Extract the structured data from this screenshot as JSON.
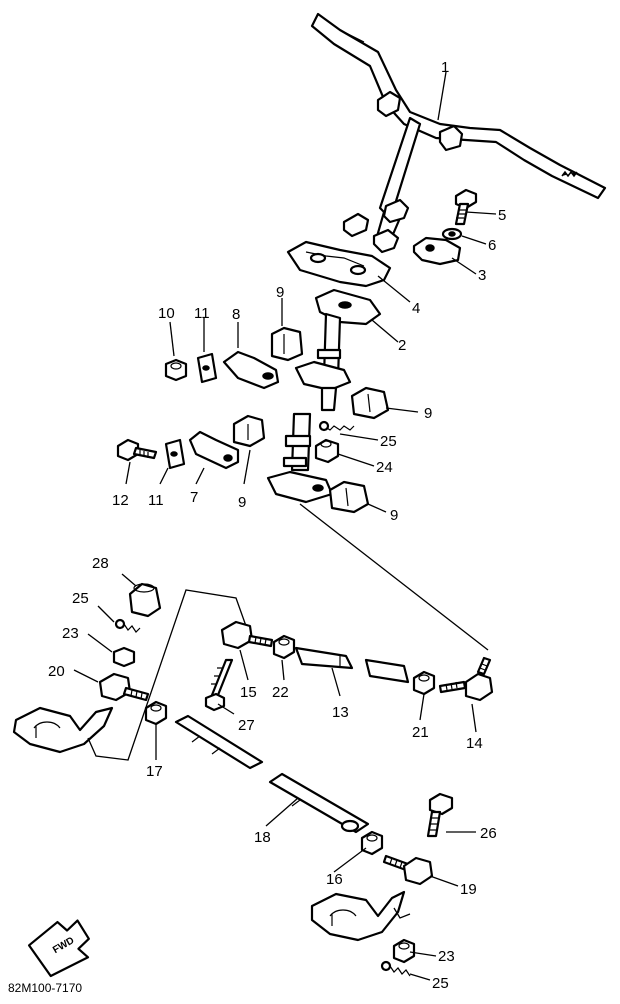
{
  "diagram": {
    "drawing_code": "82M100-7170",
    "direction_badge": "FWD",
    "callouts": [
      {
        "id": "c1",
        "text": "1"
      },
      {
        "id": "c2",
        "text": "2"
      },
      {
        "id": "c3",
        "text": "3"
      },
      {
        "id": "c4",
        "text": "4"
      },
      {
        "id": "c5",
        "text": "5"
      },
      {
        "id": "c6",
        "text": "6"
      },
      {
        "id": "c7",
        "text": "7"
      },
      {
        "id": "c8",
        "text": "8"
      },
      {
        "id": "c9a",
        "text": "9"
      },
      {
        "id": "c9b",
        "text": "9"
      },
      {
        "id": "c9c",
        "text": "9"
      },
      {
        "id": "c9d",
        "text": "9"
      },
      {
        "id": "c10",
        "text": "10"
      },
      {
        "id": "c11a",
        "text": "11"
      },
      {
        "id": "c11b",
        "text": "11"
      },
      {
        "id": "c12",
        "text": "12"
      },
      {
        "id": "c13",
        "text": "13"
      },
      {
        "id": "c14",
        "text": "14"
      },
      {
        "id": "c15",
        "text": "15"
      },
      {
        "id": "c16",
        "text": "16"
      },
      {
        "id": "c17",
        "text": "17"
      },
      {
        "id": "c18",
        "text": "18"
      },
      {
        "id": "c19",
        "text": "19"
      },
      {
        "id": "c20",
        "text": "20"
      },
      {
        "id": "c21",
        "text": "21"
      },
      {
        "id": "c22",
        "text": "22"
      },
      {
        "id": "c23a",
        "text": "23"
      },
      {
        "id": "c23b",
        "text": "23"
      },
      {
        "id": "c24",
        "text": "24"
      },
      {
        "id": "c25a",
        "text": "25"
      },
      {
        "id": "c25b",
        "text": "25"
      },
      {
        "id": "c25c",
        "text": "25"
      },
      {
        "id": "c26",
        "text": "26"
      },
      {
        "id": "c27",
        "text": "27"
      },
      {
        "id": "c28",
        "text": "28"
      }
    ]
  }
}
